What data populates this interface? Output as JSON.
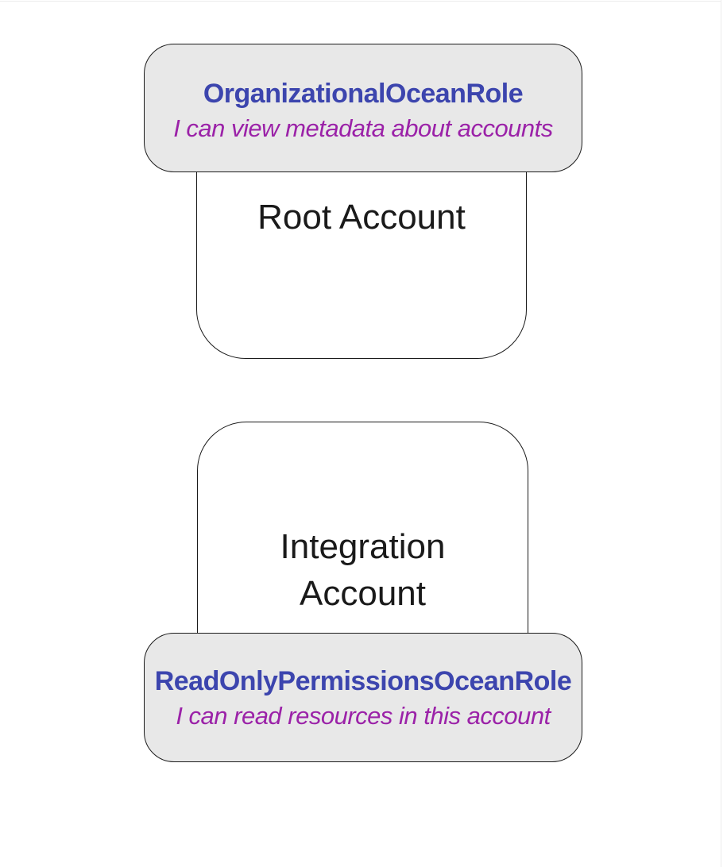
{
  "colors": {
    "page_bg": "#ffffff",
    "edge_line": "#ececec",
    "badge_fill": "#e8e8e8",
    "node_fill": "#ffffff",
    "border": "#1a1a1a",
    "role_name": "#3c45ae",
    "role_description": "#9b22a8",
    "account_label": "#1a1a1a"
  },
  "diagram": {
    "type": "flowchart",
    "nodes": [
      {
        "id": "root-account",
        "label": "Root Account",
        "role_badge": {
          "name": "OrganizationalOceanRole",
          "description": "I can view metadata about accounts",
          "position": "top"
        }
      },
      {
        "id": "integration-account",
        "label": "Integration Account",
        "role_badge": {
          "name": "ReadOnlyPermissionsOceanRole",
          "description": "I can read resources in this account",
          "position": "bottom"
        }
      }
    ]
  }
}
